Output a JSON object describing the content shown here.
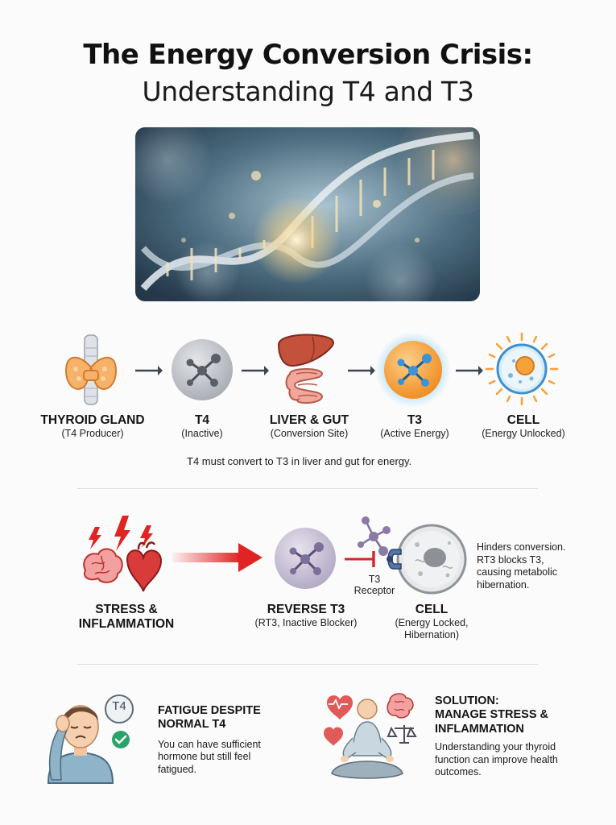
{
  "title_line1": "The Energy Conversion Crisis:",
  "title_line2": "Understanding T4 and T3",
  "flow": [
    {
      "title": "THYROID GLAND",
      "sub": "(T4 Producer)",
      "icon": "thyroid-gland-icon"
    },
    {
      "title": "T4",
      "sub": "(Inactive)",
      "icon": "t4-molecule-icon"
    },
    {
      "title": "LIVER & GUT",
      "sub": "(Conversion Site)",
      "icon": "liver-gut-icon"
    },
    {
      "title": "T3",
      "sub": "(Active Energy)",
      "icon": "t3-molecule-icon"
    },
    {
      "title": "CELL",
      "sub": "(Energy Unlocked)",
      "icon": "glowing-cell-icon"
    }
  ],
  "flow_caption": "T4 must convert to T3 in liver and gut for energy.",
  "stress": {
    "title_line1": "STRESS &",
    "title_line2": "INFLAMMATION",
    "icon": "brain-heart-lightning-icon"
  },
  "reverse_t3": {
    "title": "REVERSE T3",
    "sub": "(RT3, Inactive Blocker)",
    "icon": "rt3-molecule-icon"
  },
  "receptor": {
    "label_line1": "T3",
    "label_line2": "Receptor"
  },
  "locked_cell": {
    "title": "CELL",
    "sub_line1": "(Energy Locked,",
    "sub_line2": "Hibernation)",
    "icon": "locked-cell-icon"
  },
  "side_note": [
    "Hinders conversion.",
    "RT3 blocks T3,",
    "causing metabolic",
    "hibernation."
  ],
  "fatigue": {
    "title_line1": "FATIGUE DESPITE",
    "title_line2": "NORMAL T4",
    "body": [
      "You can have sufficient",
      "hormone but still feel",
      "fatigued."
    ],
    "badge": "T4"
  },
  "solution": {
    "title_line1": "SOLUTION:",
    "title_line2": "MANAGE STRESS &",
    "title_line3": "INFLAMMATION",
    "body": [
      "Understanding your thyroid",
      "function can improve health",
      "outcomes."
    ]
  },
  "colors": {
    "arrow_dark": "#3d4452",
    "stress_red": "#e02424",
    "t3_orange": "#f5a23a",
    "t3_glow": "#8fd3f5",
    "t4_gray": "#b9bcc2",
    "rt3_purple": "#c9c3d4",
    "badge_green": "#2aa36b"
  }
}
